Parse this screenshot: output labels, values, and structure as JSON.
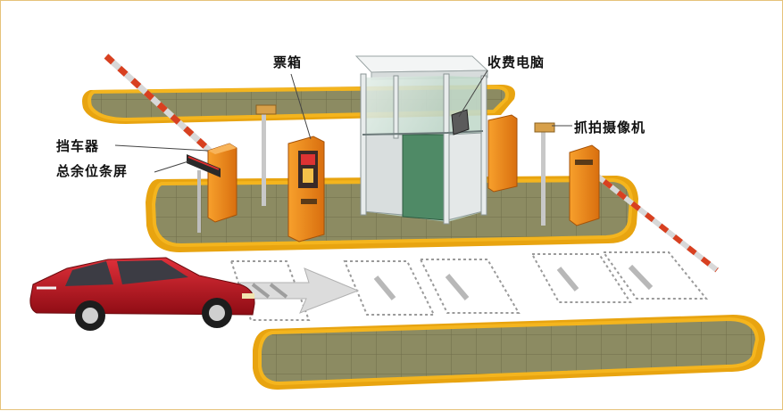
{
  "labels": {
    "ticket_box": "票箱",
    "toll_computer": "收费电脑",
    "barrier_gate": "挡车器",
    "space_display": "总余位条屏",
    "capture_camera": "抓拍摄像机"
  },
  "colors": {
    "island_fill": "#8c8b62",
    "island_border": "#f4b51e",
    "equipment_orange": "#f28a1e",
    "booth_glass": "#cfe3d8",
    "booth_frame": "#e8ecec",
    "car_red": "#c4121c",
    "pavement_lines": "#9a9a9a"
  },
  "icons": {
    "direction_arrow": "arrow-right-icon",
    "car": "car-icon"
  }
}
